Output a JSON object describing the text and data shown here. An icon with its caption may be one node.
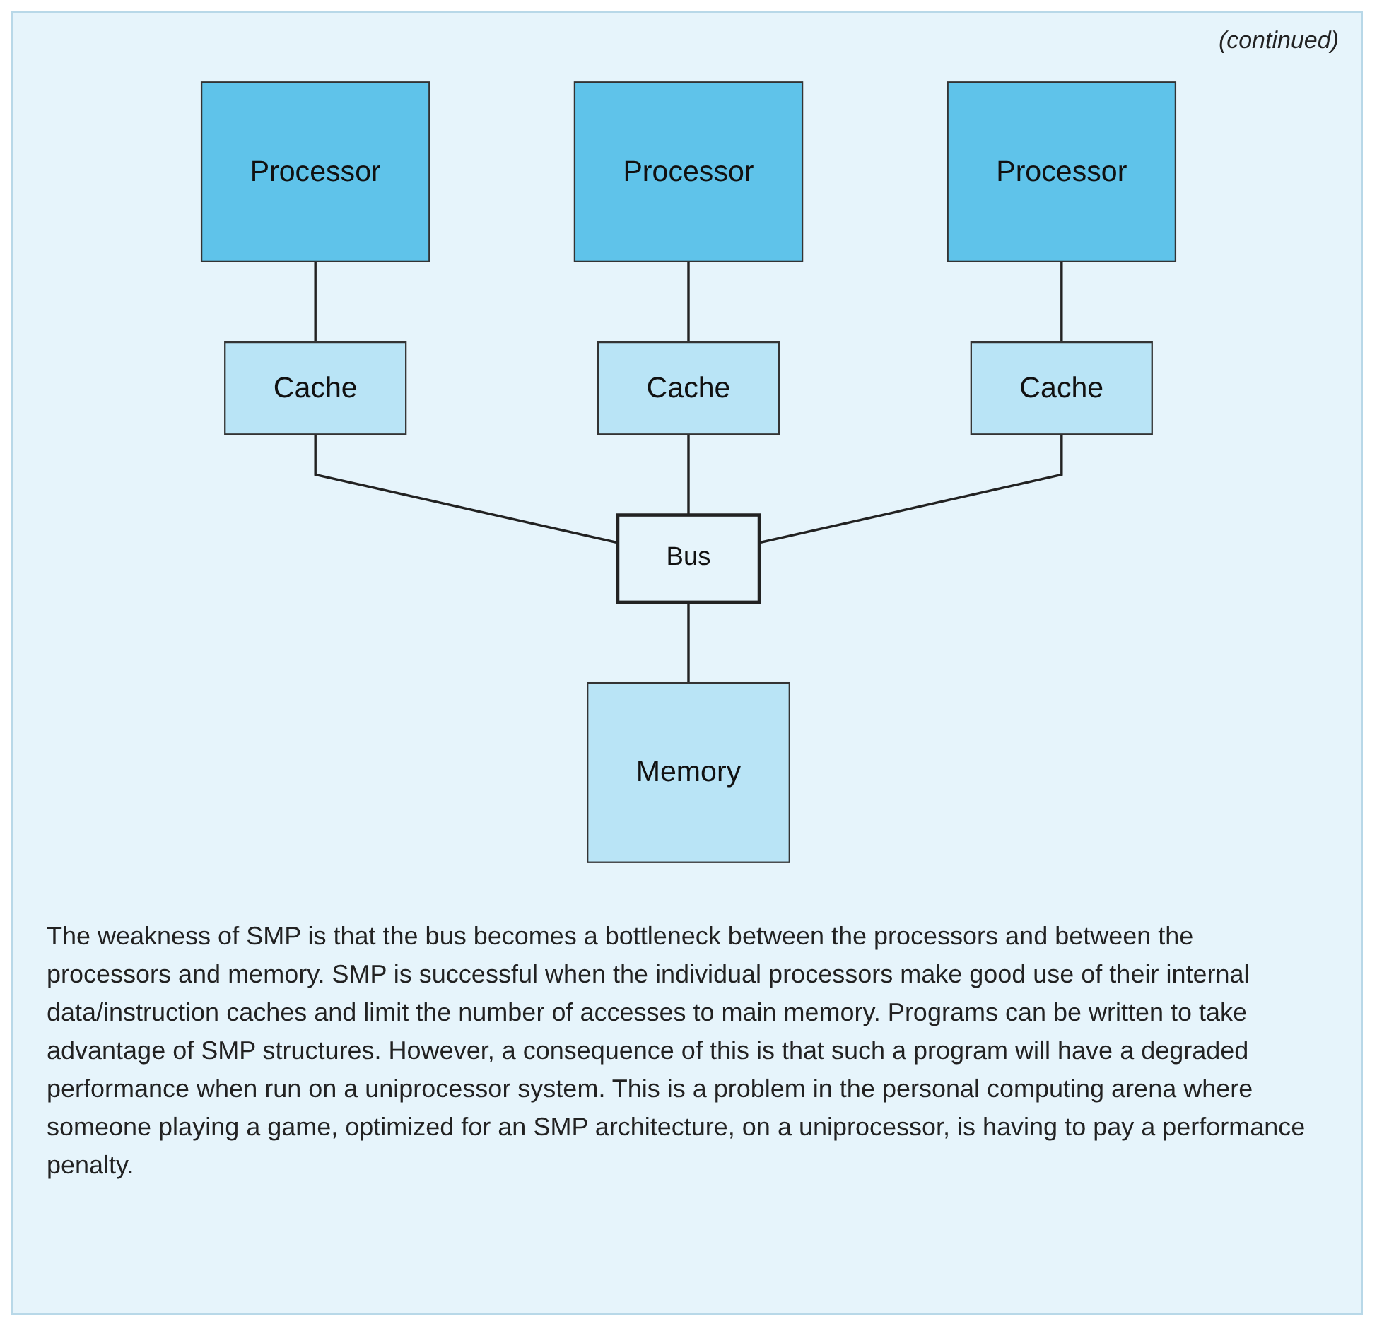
{
  "diagram": {
    "caption": "The weakness of SMP is that the bus becomes a bottleneck between the processors and between the processors and memory. SMP is successful when the individual processors make good use of their internal data/instruction caches and limit the number of accesses to main memory. Programs can be written to take advantage of SMP structures. However, a consequence of this is that such a program will have a degraded performance when run on a uniprocessor system. This is a problem in the personal computing arena where someone playing a game, optimized for an SMP architecture, on a uniprocessor, is having to pay a performance penalty.",
    "nodes": [
      {
        "text": [
          "Processor"
        ]
      },
      {
        "text": [
          "Processor"
        ]
      },
      {
        "text": [
          "Processor"
        ]
      },
      {
        "text": [
          "Cache"
        ]
      },
      {
        "text": [
          "Cache"
        ]
      },
      {
        "text": [
          "Cache"
        ]
      },
      {
        "text": [
          "Bus"
        ]
      },
      {
        "text": [
          "Memory"
        ]
      }
    ],
    "edges": [
      {
        "from": 0,
        "to": 3,
        "arrow": "none"
      },
      {
        "from": 1,
        "to": 4,
        "arrow": "none"
      },
      {
        "from": 2,
        "to": 5,
        "arrow": "none"
      },
      {
        "from": 3,
        "to": 6,
        "arrow": "none"
      },
      {
        "from": 4,
        "to": 6,
        "arrow": "none"
      },
      {
        "from": 5,
        "to": 6,
        "arrow": "none"
      },
      {
        "from": 6,
        "to": 7,
        "arrow": "none"
      }
    ],
    "labels": [
      "(continued)"
    ]
  }
}
